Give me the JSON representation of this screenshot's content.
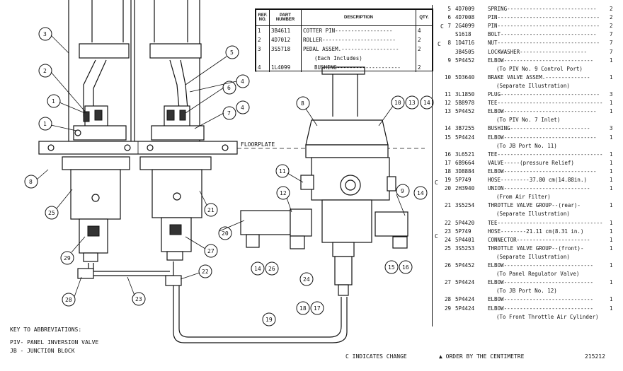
{
  "parts_table": {
    "headers": [
      "REF. NO.",
      "PART NUMBER",
      "DESCRIPTION",
      "QTY."
    ],
    "rows": [
      {
        "ref": "1",
        "part": "3B4611",
        "desc": "COTTER PIN------------------",
        "qty": "4"
      },
      {
        "ref": "2",
        "part": "4D7012",
        "desc": "ROLLER-----------------------",
        "qty": "2"
      },
      {
        "ref": "3",
        "part": "3S5718",
        "desc": "PEDAL ASSEM.------------------",
        "qty": "2"
      },
      {
        "ref": "",
        "part": "",
        "desc": "(Each Includes)",
        "qty": ""
      },
      {
        "ref": "4",
        "part": "1L4099",
        "desc": "BUSHING--------------------",
        "qty": "2"
      }
    ]
  },
  "parts_list": [
    {
      "no": "5",
      "part": "4D7009",
      "desc": "SPRING----------------------------",
      "qty": "2"
    },
    {
      "no": "6",
      "part": "4D7008",
      "desc": "PIN--------------------------------",
      "qty": "2"
    },
    {
      "no": "7",
      "part": "2G4099",
      "desc": "PIN--------------------------------",
      "qty": "2"
    },
    {
      "no": "",
      "part": "S1618",
      "desc": "BOLT------------------------------",
      "qty": "7"
    },
    {
      "no": "8",
      "part": "1D4716",
      "desc": "NUT--------------------------------",
      "qty": "7"
    },
    {
      "no": "",
      "part": "3B4505",
      "desc": "LOCKWASHER---------------------",
      "qty": "7"
    },
    {
      "no": "9",
      "part": "5P4452",
      "desc": "ELBOW----------------------------",
      "qty": "1"
    },
    {
      "no": "",
      "part": "",
      "desc": "(To PIV No. 9 Control Port)",
      "qty": ""
    },
    {
      "no": "10",
      "part": "5D3640",
      "desc": "BRAKE VALVE ASSEM.--------------",
      "qty": "1"
    },
    {
      "no": "",
      "part": "",
      "desc": "(Separate Illustration)",
      "qty": ""
    },
    {
      "no": "11",
      "part": "3L1850",
      "desc": "PLUG-------------------------------",
      "qty": "3"
    },
    {
      "no": "12",
      "part": "5B8978",
      "desc": "TEE---------------------------------",
      "qty": "1"
    },
    {
      "no": "13",
      "part": "5P4452",
      "desc": "ELBOW-----------------------------",
      "qty": "1"
    },
    {
      "no": "",
      "part": "",
      "desc": "(To PIV No. 7 Inlet)",
      "qty": ""
    },
    {
      "no": "14",
      "part": "3B7255",
      "desc": "BUSHING-------------------------",
      "qty": "3"
    },
    {
      "no": "15",
      "part": "5P4424",
      "desc": "ELBOW-----------------------------",
      "qty": "1"
    },
    {
      "no": "",
      "part": "",
      "desc": "(To JB Port No. 11)",
      "qty": ""
    },
    {
      "no": "16",
      "part": "3L6521",
      "desc": "TEE---------------------------------",
      "qty": "1"
    },
    {
      "no": "17",
      "part": "6B9664",
      "desc": "VALVE-----(pressure Relief)",
      "qty": "1"
    },
    {
      "no": "18",
      "part": "3D8884",
      "desc": "ELBOW-----------------------------",
      "qty": "1"
    },
    {
      "no": "19",
      "part": "5P749",
      "desc": "HOSE---------37.80 cm(14.88in.)",
      "qty": "1"
    },
    {
      "no": "20",
      "part": "2H3940",
      "desc": "UNION---------------------------",
      "qty": "1"
    },
    {
      "no": "",
      "part": "",
      "desc": "(From Air Filter)",
      "qty": ""
    },
    {
      "no": "21",
      "part": "3S5254",
      "desc": "THROTTLE VALVE GROUP--(rear)-",
      "qty": "1"
    },
    {
      "no": "",
      "part": "",
      "desc": "(Separate Illustration)",
      "qty": ""
    },
    {
      "no": "22",
      "part": "5P4420",
      "desc": "TEE---------------------------------",
      "qty": "1"
    },
    {
      "no": "23",
      "part": "5P749",
      "desc": "HOSE--------21.11 cm(8.31 in.)",
      "qty": "1"
    },
    {
      "no": "24",
      "part": "5P4401",
      "desc": "CONNECTOR-----------------------",
      "qty": "1"
    },
    {
      "no": "25",
      "part": "3S5253",
      "desc": "THROTTLE VALVE GROUP--(front)-",
      "qty": "1"
    },
    {
      "no": "",
      "part": "",
      "desc": "(Separate Illustration)",
      "qty": ""
    },
    {
      "no": "26",
      "part": "5P4452",
      "desc": "ELBOW----------------------------",
      "qty": "1"
    },
    {
      "no": "",
      "part": "",
      "desc": "(To Panel Regulator Valve)",
      "qty": ""
    },
    {
      "no": "27",
      "part": "5P4424",
      "desc": "ELBOW----------------------------",
      "qty": "1"
    },
    {
      "no": "",
      "part": "",
      "desc": "(To JB Port No. 12)",
      "qty": ""
    },
    {
      "no": "28",
      "part": "5P4424",
      "desc": "ELBOW----------------------------",
      "qty": "1"
    },
    {
      "no": "29",
      "part": "5P4424",
      "desc": "ELBOW----------------------------",
      "qty": "1"
    },
    {
      "no": "",
      "part": "",
      "desc": "(To Front Throttle Air Cylinder)",
      "qty": ""
    }
  ],
  "labels": {
    "floorplate": "FLOORPLATE",
    "key_title": "KEY TO ABBREVIATIONS:",
    "key_piv": "PIV- PANEL INVERSION VALVE",
    "key_jb": "JB - JUNCTION BLOCK",
    "change_note": "C INDICATES CHANGE",
    "order_note": "▲ ORDER BY THE CENTIMETRE",
    "figure_number": "215212"
  },
  "change_marks": [
    "C",
    "C",
    "C",
    "C"
  ],
  "callouts": [
    {
      "n": "1"
    },
    {
      "n": "1"
    },
    {
      "n": "2"
    },
    {
      "n": "3"
    },
    {
      "n": "4"
    },
    {
      "n": "4"
    },
    {
      "n": "5"
    },
    {
      "n": "6"
    },
    {
      "n": "7"
    },
    {
      "n": "8"
    },
    {
      "n": "8"
    },
    {
      "n": "9"
    },
    {
      "n": "10"
    },
    {
      "n": "11"
    },
    {
      "n": "12"
    },
    {
      "n": "13"
    },
    {
      "n": "14"
    },
    {
      "n": "14"
    },
    {
      "n": "14"
    },
    {
      "n": "15"
    },
    {
      "n": "16"
    },
    {
      "n": "17"
    },
    {
      "n": "18"
    },
    {
      "n": "19"
    },
    {
      "n": "20"
    },
    {
      "n": "21"
    },
    {
      "n": "22"
    },
    {
      "n": "23"
    },
    {
      "n": "24"
    },
    {
      "n": "25"
    },
    {
      "n": "26"
    },
    {
      "n": "27"
    },
    {
      "n": "28"
    },
    {
      "n": "29"
    }
  ]
}
